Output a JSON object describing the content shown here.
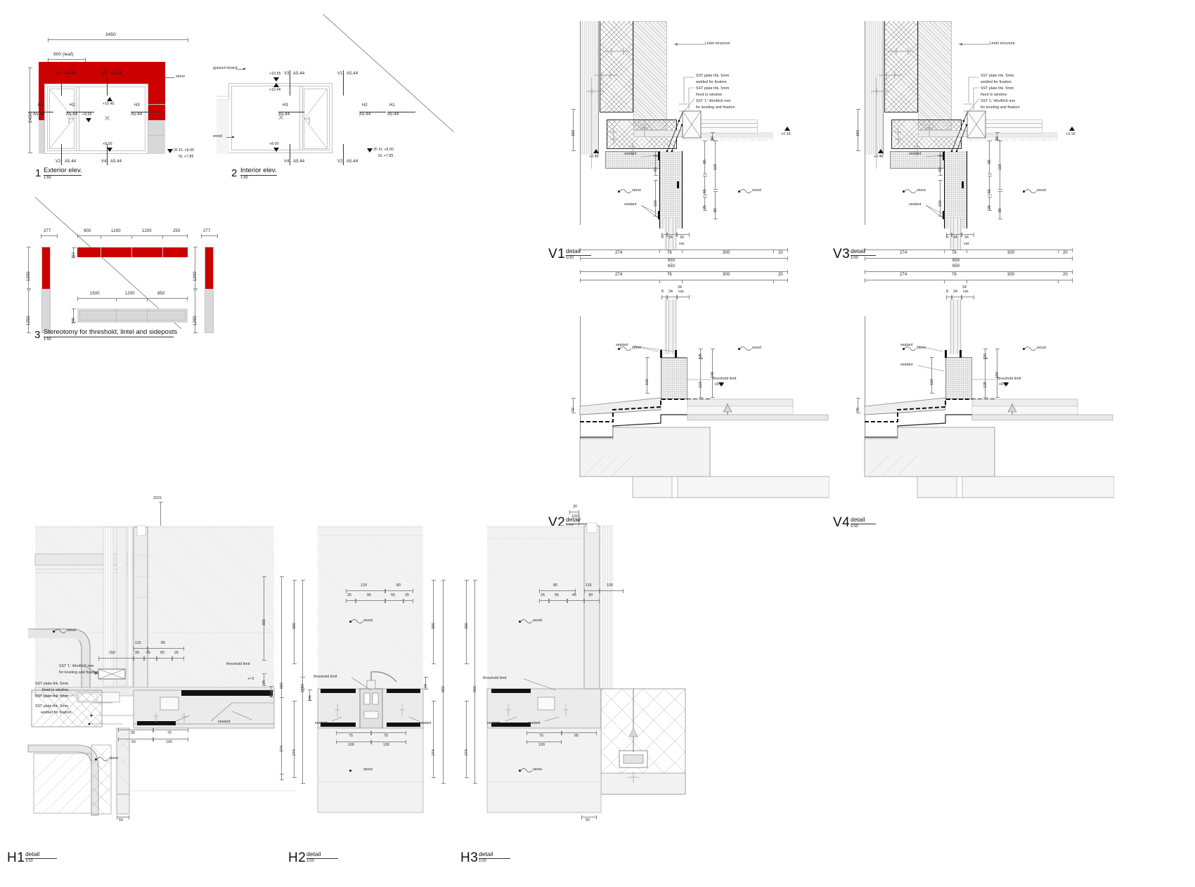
{
  "sheet": {
    "materials": {
      "stone": "stone",
      "wood": "wood",
      "gypsum": "gypsum board",
      "sealant": "sealant"
    },
    "notes": {
      "lintel": "Lintel structure",
      "sst_plate_welded_1": "SST plate thk. 5mm",
      "sst_plate_welded_2": "welded for fixation",
      "sst_plate_window_1": "SST plate thk. 5mm",
      "sst_plate_window_2": "fixed to window",
      "sst_angle_1": "SST 'L' 40x40x5 mm",
      "sst_angle_2": "for leveling and fixation",
      "threshold_limit": "threshold limit"
    },
    "views": [
      {
        "id": "v1",
        "number": "1",
        "title": "Exterior elev.",
        "scale": "1:50"
      },
      {
        "id": "v2",
        "number": "2",
        "title": "Interior elev.",
        "scale": "1:50"
      },
      {
        "id": "v3",
        "number": "3",
        "title": "Stereotomy for threshold, lintel and sideposts",
        "scale": "1:50"
      }
    ],
    "details": [
      {
        "id": "V1",
        "tag": "V1",
        "word": "detail",
        "scale": "1/10"
      },
      {
        "id": "V2",
        "tag": "V2",
        "word": "detail",
        "scale": "1/10"
      },
      {
        "id": "V3",
        "tag": "V3",
        "word": "detail",
        "scale": "1/10"
      },
      {
        "id": "V4",
        "tag": "V4",
        "word": "detail",
        "scale": "1/10"
      },
      {
        "id": "H1",
        "tag": "H1",
        "word": "detail",
        "scale": "1/10"
      },
      {
        "id": "H2",
        "tag": "H2",
        "word": "detail",
        "scale": "1/10"
      },
      {
        "id": "H3",
        "tag": "H3",
        "word": "detail",
        "scale": "1/10"
      }
    ],
    "exterior_elev": {
      "dim_overall": "3450",
      "dim_leaf": "900 (leaf)",
      "dim_height": "2450",
      "marks": [
        {
          "label": "V1",
          "sheet": "A5.44"
        },
        {
          "label": "V3",
          "sheet": "A5.44"
        },
        {
          "label": "V2",
          "sheet": "A5.44"
        },
        {
          "label": "V4",
          "sheet": "A5.44"
        },
        {
          "label": "H1",
          "sheet": "A5.44"
        },
        {
          "label": "H2",
          "sheet": "A5.44"
        },
        {
          "label": "H3",
          "sheet": "A5.44"
        }
      ],
      "levels": [
        {
          "value": "+10.45"
        },
        {
          "value": "+9.00"
        },
        {
          "value": "+8.00"
        }
      ],
      "floor_level": "2F  FL +8.00",
      "slab_level": "SL +7.85",
      "material_note": "stone"
    },
    "interior_elev": {
      "levels": [
        {
          "value": "+10.55"
        },
        {
          "value": "+10.46"
        },
        {
          "value": "+8.00"
        }
      ],
      "floor_level": "2F  FL +8.00",
      "slab_level": "SL +7.85",
      "marks": [
        {
          "label": "V3",
          "sheet": "A5.44"
        },
        {
          "label": "V1",
          "sheet": "A5.44"
        },
        {
          "label": "V4",
          "sheet": "A5.44"
        },
        {
          "label": "V2",
          "sheet": "A5.44"
        },
        {
          "label": "H3",
          "sheet": "A5.44"
        },
        {
          "label": "H2",
          "sheet": "A5.44"
        },
        {
          "label": "H1",
          "sheet": "A5.44"
        }
      ],
      "gypsum_note": "gypsum board",
      "wood_note": "wood"
    },
    "stereotomy": {
      "top_dims": [
        "900",
        "1200",
        "1200",
        "250"
      ],
      "bottom_dims": [
        "1500",
        "1200",
        "850"
      ],
      "side_dims_left": [
        "277",
        "1200",
        "1250"
      ],
      "side_dims_right": [
        "277",
        "1200",
        "1250"
      ],
      "lintel_thickness": "212",
      "threshold_thickness": "345"
    },
    "detail_V1": {
      "dims_chain_main": [
        "274",
        "76",
        "300",
        "20"
      ],
      "dim_total": "650",
      "dims_chain_small": [
        "8",
        "34",
        "34"
      ],
      "var_label": "var.",
      "dims_left": [
        "150"
      ],
      "level_mark": "+2.46",
      "level_mark_right": "+2.16",
      "dims_vert": [
        "5",
        "50",
        "100",
        "30",
        "85",
        "115",
        "55",
        "80",
        "25"
      ]
    },
    "detail_V2": {
      "dim_total": "650",
      "dims_chain_main": [
        "274",
        "76",
        "300",
        "20"
      ],
      "dims_chain_small": [
        "8",
        "34",
        "34"
      ],
      "dim_34": "34",
      "var_label": "var.",
      "dims_vert": [
        "160",
        "25",
        "123",
        "148",
        "70"
      ],
      "threshold_level": "+8.00"
    },
    "detail_V3": {
      "dims_chain_main": [
        "274",
        "76",
        "300",
        "20"
      ],
      "dim_total": "650",
      "dims_chain_small": [
        "8",
        "34",
        "34"
      ],
      "var_label": "var.",
      "dims_left": [
        "150"
      ],
      "level_mark": "+2.46",
      "level_mark_right": "+2.16",
      "dims_vert": [
        "5",
        "50",
        "100",
        "30",
        "85",
        "115",
        "55",
        "80",
        "25"
      ]
    },
    "detail_V4": {
      "dim_total": "650",
      "dims_chain_main": [
        "274",
        "76",
        "300",
        "20"
      ],
      "dims_chain_small": [
        "8",
        "34",
        "34"
      ],
      "dim_34": "34",
      "var_label": "var.",
      "dims_vert": [
        "160",
        "20",
        "125",
        "150",
        "70"
      ],
      "threshold_level": "+8.00"
    },
    "detail_H1": {
      "top_dim": "2015",
      "dims_upper": [
        "115",
        "80"
      ],
      "dims_lower": [
        "150",
        "30",
        "45",
        "55",
        "25"
      ],
      "dims_bottom": [
        "95",
        "75",
        "50",
        "100"
      ],
      "dim_right": [
        "300",
        "650",
        "274",
        "34",
        "var."
      ],
      "dim_edge": "50",
      "wood_note": "wood",
      "stone_note": "stone",
      "threshold_note": "threshold limit",
      "level_note": "+/-0"
    },
    "detail_H2": {
      "dims_upper": [
        "120",
        "80"
      ],
      "dims_lower": [
        "25",
        "95",
        "55",
        "25"
      ],
      "dims_bottom": [
        "75",
        "75",
        "100",
        "100"
      ],
      "dim_right": [
        "300",
        "650",
        "274",
        "34",
        "var."
      ],
      "wood_note": "wood",
      "stone_note": "stone",
      "threshold_note": "threshold limit"
    },
    "detail_H3": {
      "top_dims": [
        "30",
        "1020"
      ],
      "dims_upper": [
        "80",
        "115",
        "100"
      ],
      "dims_lower": [
        "25",
        "55",
        "45",
        "30"
      ],
      "dims_bottom": [
        "75",
        "95",
        "100",
        "50"
      ],
      "dim_right": [
        "300",
        "650",
        "274",
        "34",
        "var."
      ],
      "dim_edge": "50",
      "wood_note": "wood",
      "stone_note": "stone",
      "threshold_note": "threshold limit"
    }
  }
}
